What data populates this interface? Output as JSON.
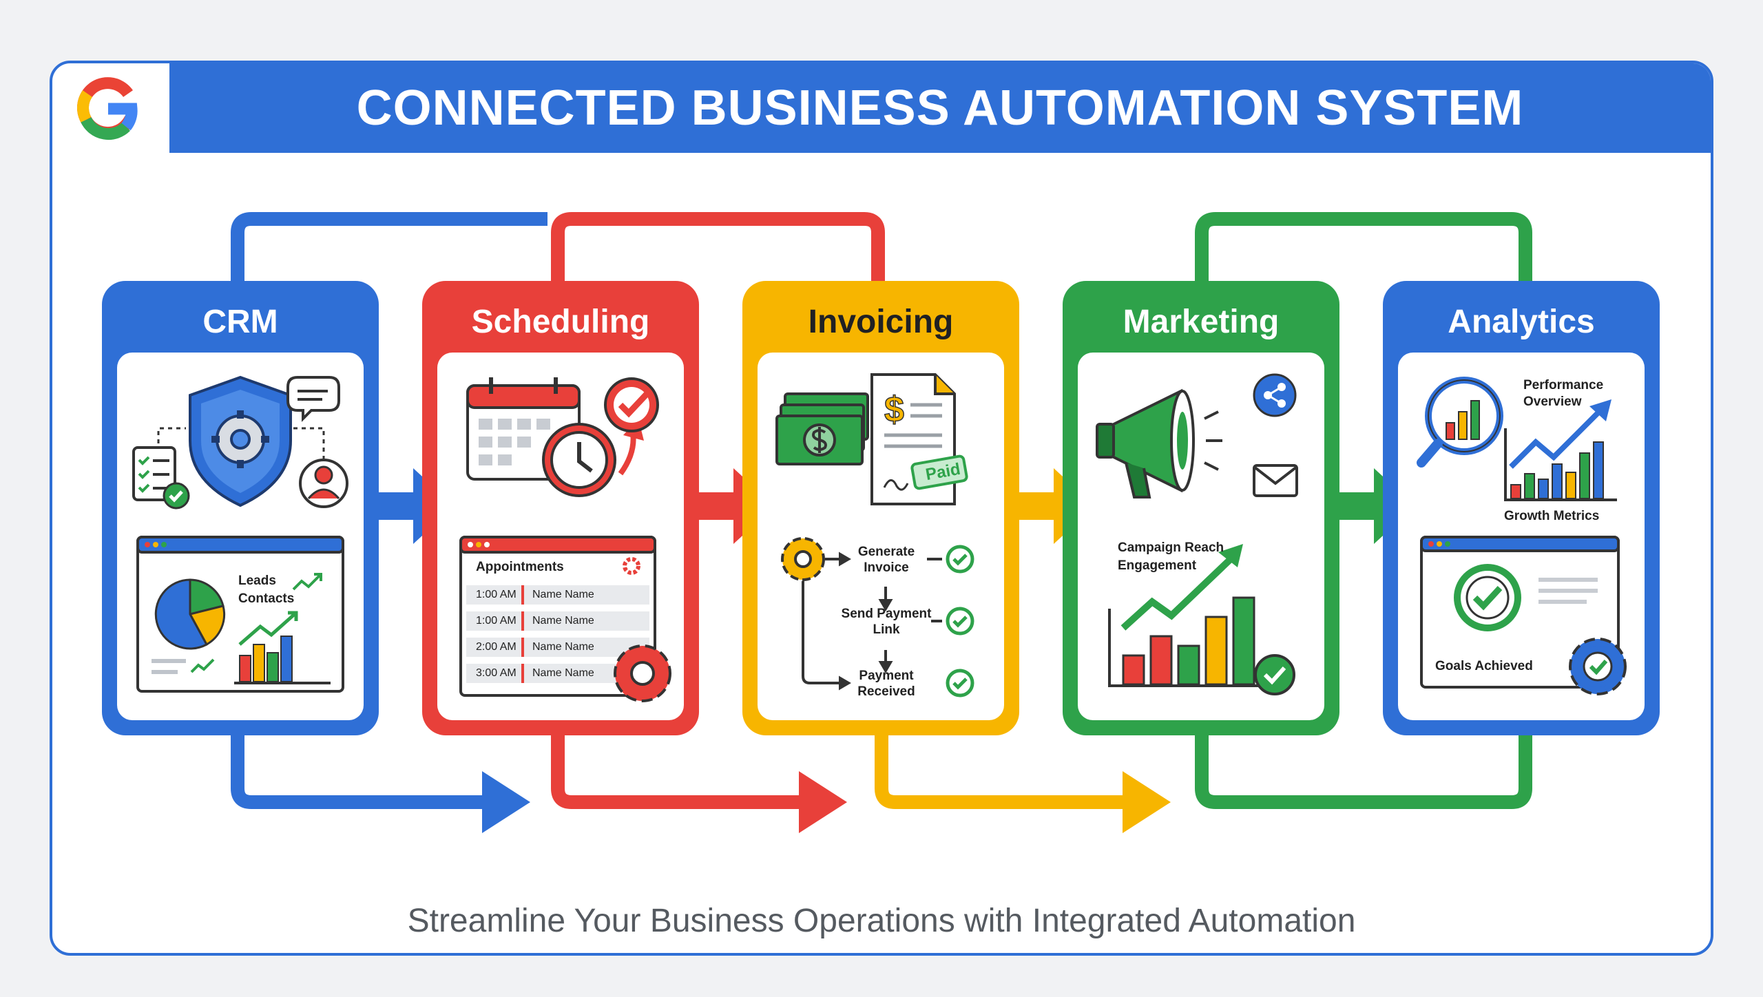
{
  "title": "CONNECTED BUSINESS AUTOMATION SYSTEM",
  "footer": "Streamline Your Business Operations with Integrated Automation",
  "colors": {
    "blue": "#2f6fd6",
    "red": "#e8403a",
    "yellow": "#f7b500",
    "green": "#2ea24a"
  },
  "stages": [
    {
      "title": "CRM",
      "color": "blue",
      "labels": [
        "Leads",
        "Contacts"
      ],
      "icons": [
        "shield-gear-icon",
        "chat-bubble-icon",
        "checklist-icon",
        "user-icon",
        "pie-chart-icon",
        "trend-up-icon",
        "bar-chart-icon"
      ]
    },
    {
      "title": "Scheduling",
      "color": "red",
      "appointments": {
        "heading": "Appointments",
        "rows": [
          {
            "time": "1:00 AM",
            "name": "Name Name"
          },
          {
            "time": "1:00 AM",
            "name": "Name Name"
          },
          {
            "time": "2:00 AM",
            "name": "Name Name"
          },
          {
            "time": "3:00 AM",
            "name": "Name Name"
          }
        ]
      },
      "icons": [
        "calendar-icon",
        "clock-icon",
        "check-circle-icon",
        "gear-icon"
      ]
    },
    {
      "title": "Invoicing",
      "color": "yellow",
      "badge": "Paid",
      "steps": [
        "Generate Invoice",
        "Send Payment Link",
        "Payment Received"
      ],
      "icons": [
        "money-icon",
        "invoice-icon",
        "gear-icon",
        "check-circle-icon"
      ]
    },
    {
      "title": "Marketing",
      "color": "green",
      "labels": [
        "Campaign Reach",
        "Engagement"
      ],
      "icons": [
        "megaphone-icon",
        "share-icon",
        "email-icon",
        "bar-chart-icon",
        "check-circle-icon"
      ]
    },
    {
      "title": "Analytics",
      "color": "blue",
      "labels": [
        "Performance",
        "Overview",
        "Growth Metrics",
        "Goals Achieved"
      ],
      "icons": [
        "magnifier-icon",
        "bar-chart-icon",
        "target-check-icon",
        "gear-check-icon"
      ]
    }
  ]
}
